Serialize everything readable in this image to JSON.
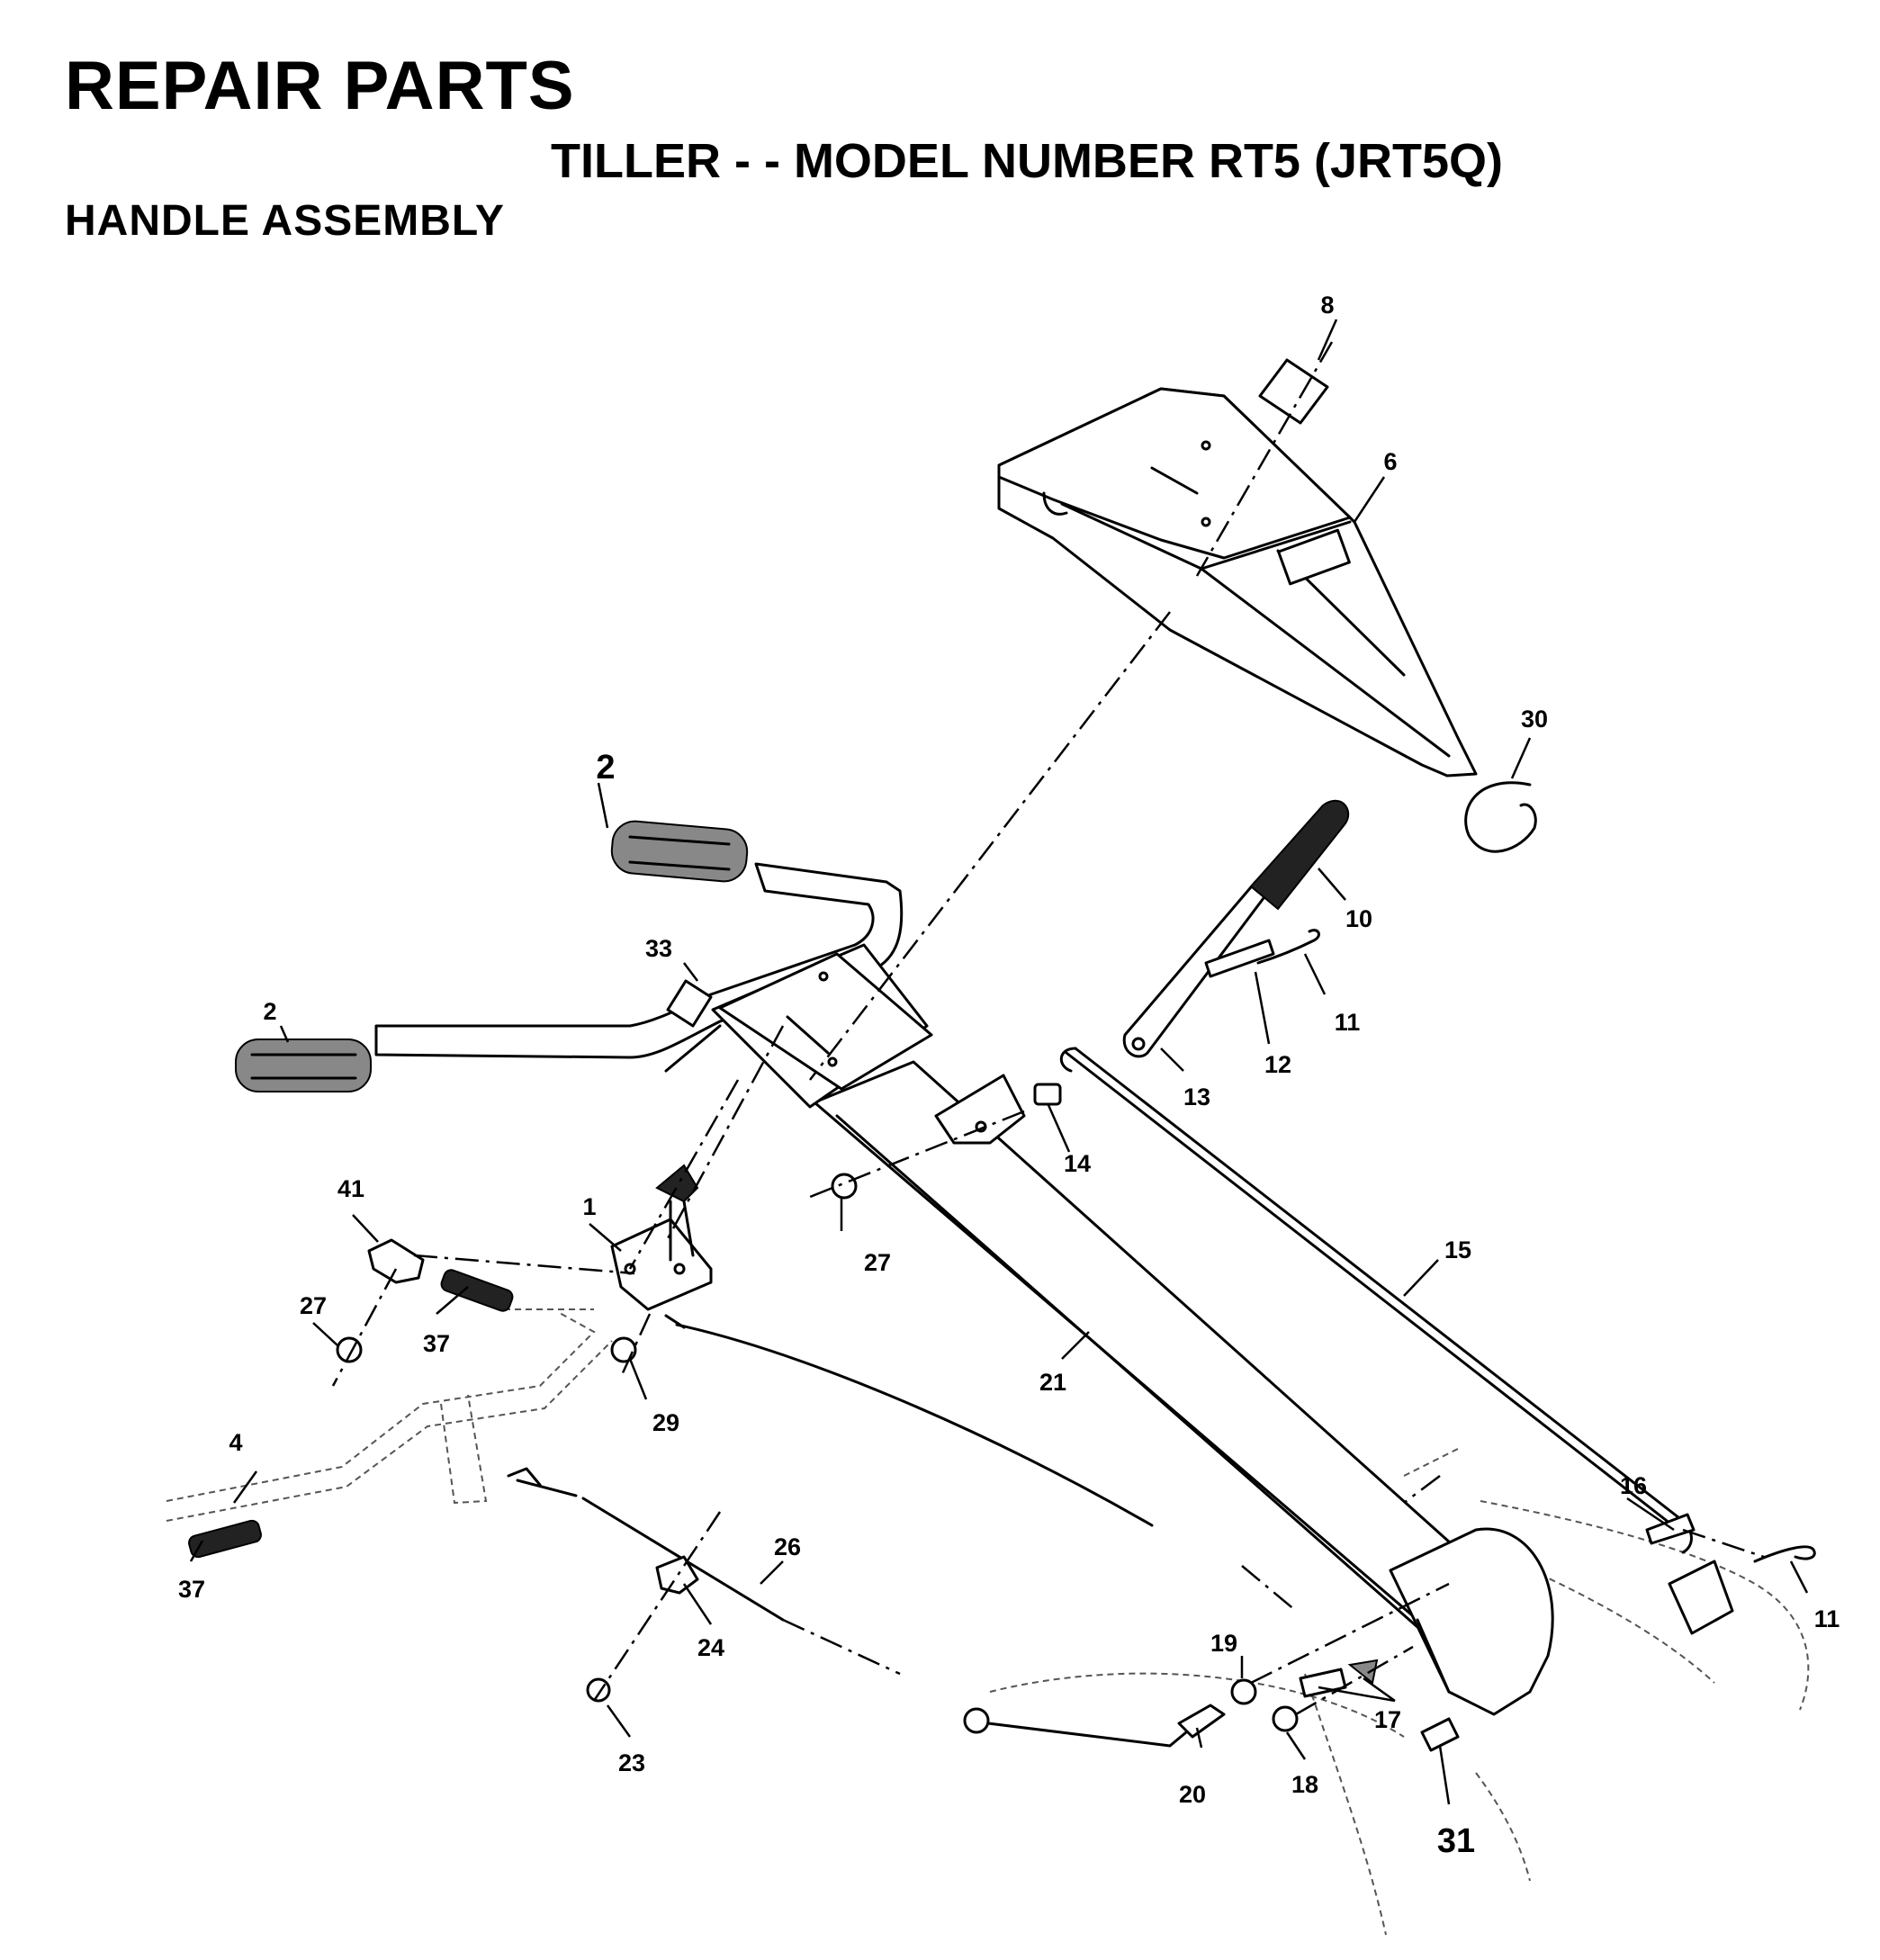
{
  "header": {
    "title": "REPAIR PARTS",
    "subtitle": "TILLER - - MODEL NUMBER RT5 (JRT5Q)",
    "section": "HANDLE ASSEMBLY"
  },
  "callouts": {
    "c1": "1",
    "c2a": "2",
    "c2b": "2",
    "c4": "4",
    "c6": "6",
    "c8": "8",
    "c10": "10",
    "c11a": "11",
    "c11b": "11",
    "c12": "12",
    "c13": "13",
    "c14": "14",
    "c15": "15",
    "c16": "16",
    "c17": "17",
    "c18": "18",
    "c19": "19",
    "c20": "20",
    "c21": "21",
    "c23": "23",
    "c24": "24",
    "c26": "26",
    "c27a": "27",
    "c27b": "27",
    "c29": "29",
    "c30": "30",
    "c31": "31",
    "c33": "33",
    "c37a": "37",
    "c37b": "37",
    "c41": "41"
  }
}
